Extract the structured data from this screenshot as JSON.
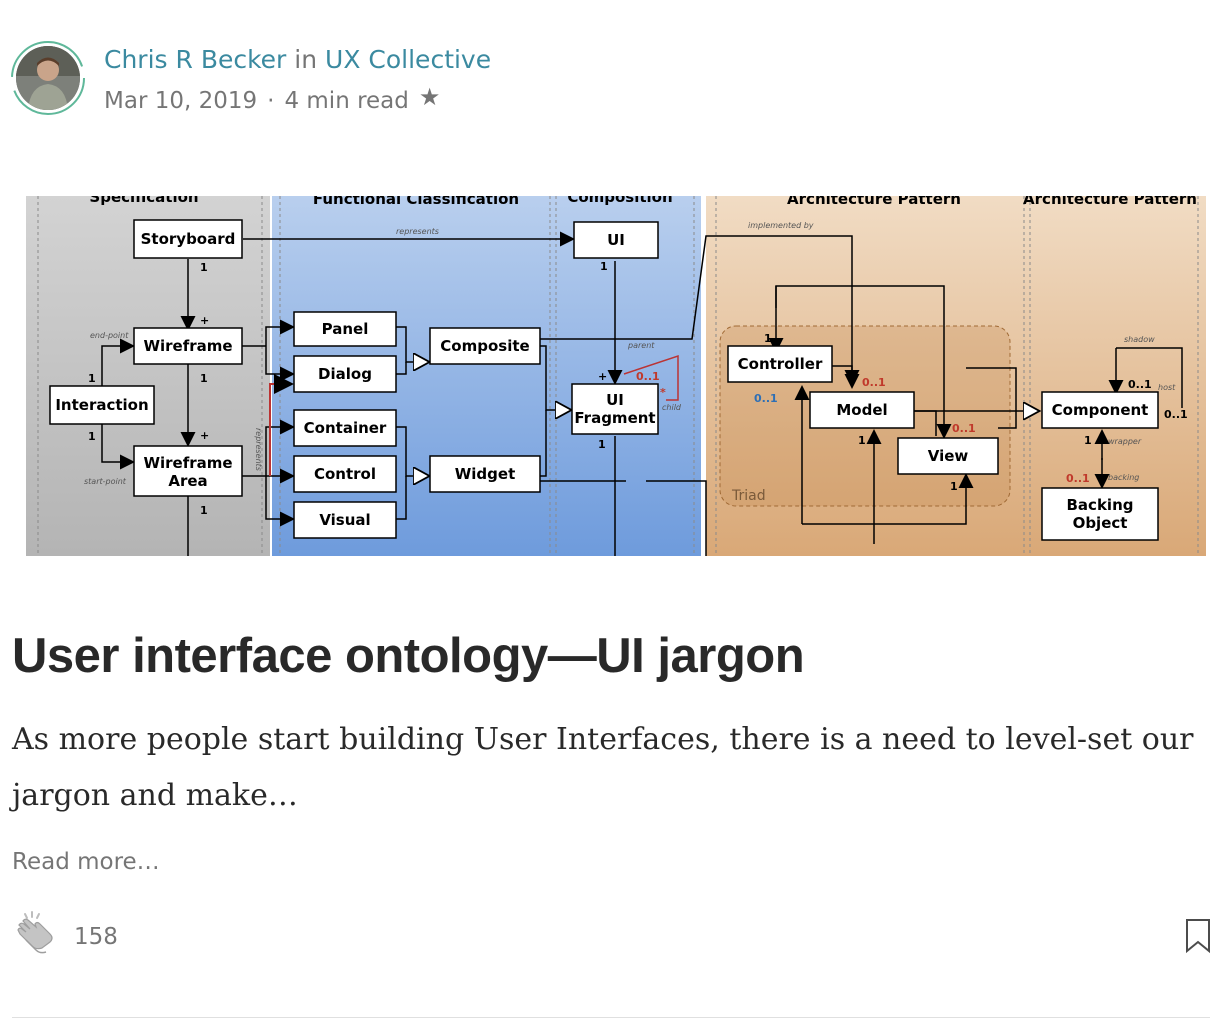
{
  "author": {
    "name": "Chris R Becker",
    "connector": "in",
    "publication": "UX Collective"
  },
  "meta": {
    "date": "Mar 10, 2019",
    "separator": "·",
    "read_time": "4 min read",
    "star": "★"
  },
  "diagram": {
    "columns": [
      "Specification",
      "Functional Classification",
      "Composition",
      "Architecture Pattern",
      "Architecture Pattern"
    ],
    "boxes": {
      "storyboard": "Storyboard",
      "wireframe": "Wireframe",
      "interaction": "Interaction",
      "wireframe_area_1": "Wireframe",
      "wireframe_area_2": "Area",
      "panel": "Panel",
      "dialog": "Dialog",
      "container": "Container",
      "control": "Control",
      "visual": "Visual",
      "composite": "Composite",
      "widget": "Widget",
      "ui": "UI",
      "ui_fragment_1": "UI",
      "ui_fragment_2": "Fragment",
      "controller": "Controller",
      "model": "Model",
      "view": "View",
      "component": "Component",
      "backing_1": "Backing",
      "backing_2": "Object",
      "triad": "Triad"
    },
    "labels": {
      "represents": "represents",
      "implemented_by": "implemented by",
      "end_point": "end-point",
      "start_point": "start-point",
      "represents_vertical": "represents",
      "parent": "parent",
      "child": "child",
      "shadow": "shadow",
      "host": "host",
      "wrapper": "wrapper",
      "backing": "backing"
    },
    "mult": {
      "one": "1",
      "plus": "+",
      "zero_one": "0..1",
      "star": "*"
    }
  },
  "article": {
    "title": "User interface ontology—UI jargon",
    "excerpt": "As more people start building User Interfaces, there is a need to level-set our jargon and make…",
    "read_more": "Read more…"
  },
  "claps": {
    "count": "158"
  },
  "colors": {
    "accent": "#3b8aa0",
    "spec_bg": "#c8c8c8",
    "func_bg": "#7ea8e0",
    "arch_bg": "#e0b78a",
    "multiplicity_red": "#c0392b",
    "multiplicity_blue": "#2e6fb5"
  }
}
